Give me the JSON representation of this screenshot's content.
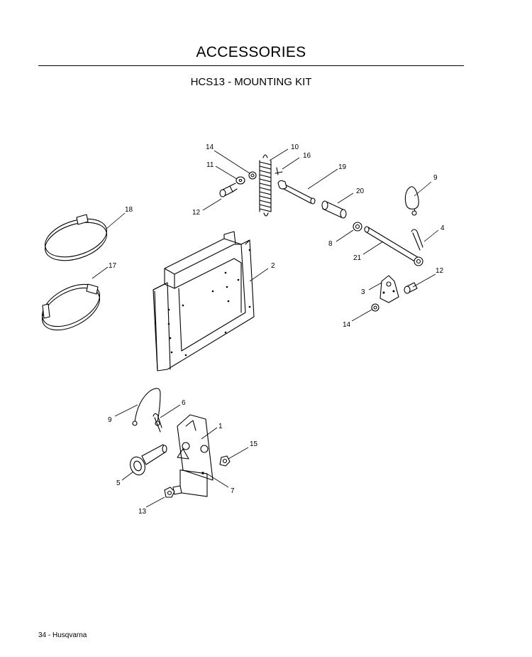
{
  "page": {
    "title": "ACCESSORIES",
    "subtitle": "HCS13 - MOUNTING KIT",
    "footer": "34 - Husqvarna"
  },
  "diagram": {
    "callouts": [
      {
        "id": "c14a",
        "text": "14"
      },
      {
        "id": "c10",
        "text": "10"
      },
      {
        "id": "c16",
        "text": "16"
      },
      {
        "id": "c11",
        "text": "11"
      },
      {
        "id": "c19",
        "text": "19"
      },
      {
        "id": "c12a",
        "text": "12"
      },
      {
        "id": "c20",
        "text": "20"
      },
      {
        "id": "c9a",
        "text": "9"
      },
      {
        "id": "c18",
        "text": "18"
      },
      {
        "id": "c4",
        "text": "4"
      },
      {
        "id": "c8",
        "text": "8"
      },
      {
        "id": "c21",
        "text": "21"
      },
      {
        "id": "c2",
        "text": "2"
      },
      {
        "id": "c17",
        "text": "17"
      },
      {
        "id": "c12b",
        "text": "12"
      },
      {
        "id": "c3",
        "text": "3"
      },
      {
        "id": "c14b",
        "text": "14"
      },
      {
        "id": "c6",
        "text": "6"
      },
      {
        "id": "c9b",
        "text": "9"
      },
      {
        "id": "c1",
        "text": "1"
      },
      {
        "id": "c15",
        "text": "15"
      },
      {
        "id": "c5",
        "text": "5"
      },
      {
        "id": "c7",
        "text": "7"
      },
      {
        "id": "c13",
        "text": "13"
      }
    ]
  }
}
